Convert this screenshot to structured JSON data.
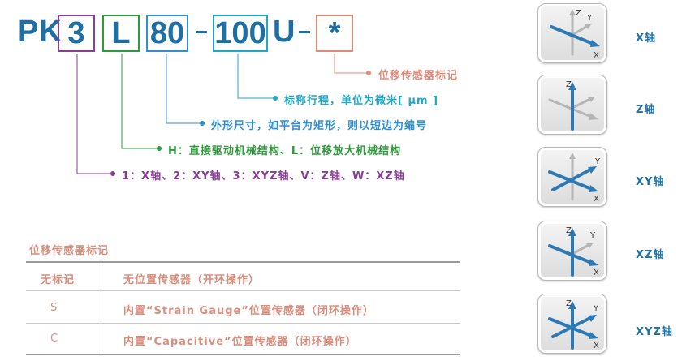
{
  "code": {
    "prefix": "PK",
    "seg1": "3",
    "seg2": "L",
    "seg3": "80",
    "sep1": "-",
    "seg4": "100",
    "seg5": "U",
    "sep2": "-",
    "seg6": "*"
  },
  "descriptions": {
    "sensor_mark": "位移传感器标记",
    "stroke": "标称行程，单位为微米[ μm ]",
    "size": "外形尺寸，如平台为矩形，则以短边为编号",
    "drive": "H：直接驱动机械结构、L：位移放大机械结构",
    "axes": "1：X轴、2：XY轴、3：XYZ轴、V：Z轴、W：XZ轴"
  },
  "colors": {
    "main_blue": "#1d6fa5",
    "purple": "#8a3d96",
    "green": "#2e9a3c",
    "teal_blue": "#2f8fd0",
    "cyan": "#1ea9c8",
    "salmon": "#e08a7a",
    "table_text": "#d98e7d"
  },
  "table": {
    "title": "位移传感器标记",
    "rows": [
      {
        "mark": "无标记",
        "desc": "无位置传感器（开环操作）"
      },
      {
        "mark": "S",
        "desc": "内置“Strain Gauge”位置传感器（闭环操作）"
      },
      {
        "mark": "C",
        "desc": "内置“Capacitive”位置传感器（闭环操作）"
      }
    ]
  },
  "axis_icons": [
    {
      "label": "X轴",
      "icon": "x-axis-icon",
      "axes": [
        "X",
        "Z",
        "Y"
      ]
    },
    {
      "label": "Z轴",
      "icon": "z-axis-icon",
      "axes": [
        "Z"
      ]
    },
    {
      "label": "XY轴",
      "icon": "xy-axis-icon",
      "axes": [
        "Y",
        "X"
      ]
    },
    {
      "label": "XZ轴",
      "icon": "xz-axis-icon",
      "axes": [
        "Z",
        "Y",
        "X"
      ]
    },
    {
      "label": "XYZ轴",
      "icon": "xyz-axis-icon",
      "axes": [
        "Z",
        "Y",
        "X"
      ]
    }
  ]
}
